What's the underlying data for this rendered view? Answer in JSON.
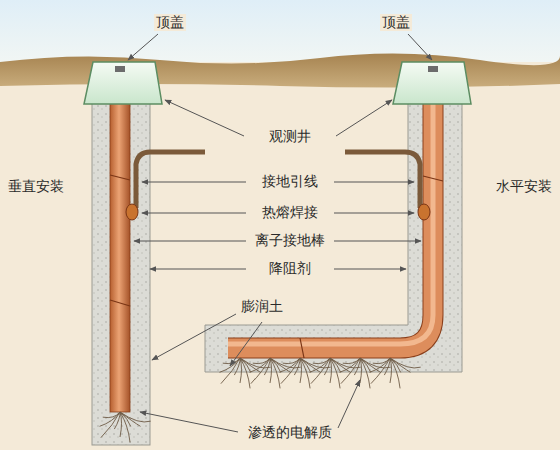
{
  "diagram": {
    "labels": [
      "顶盖",
      "顶盖",
      "观测井",
      "垂直安装",
      "接地引线",
      "水平安装",
      "热熔焊接",
      "离子接地棒",
      "降阻剂",
      "膨润土",
      "渗透的电解质"
    ]
  }
}
